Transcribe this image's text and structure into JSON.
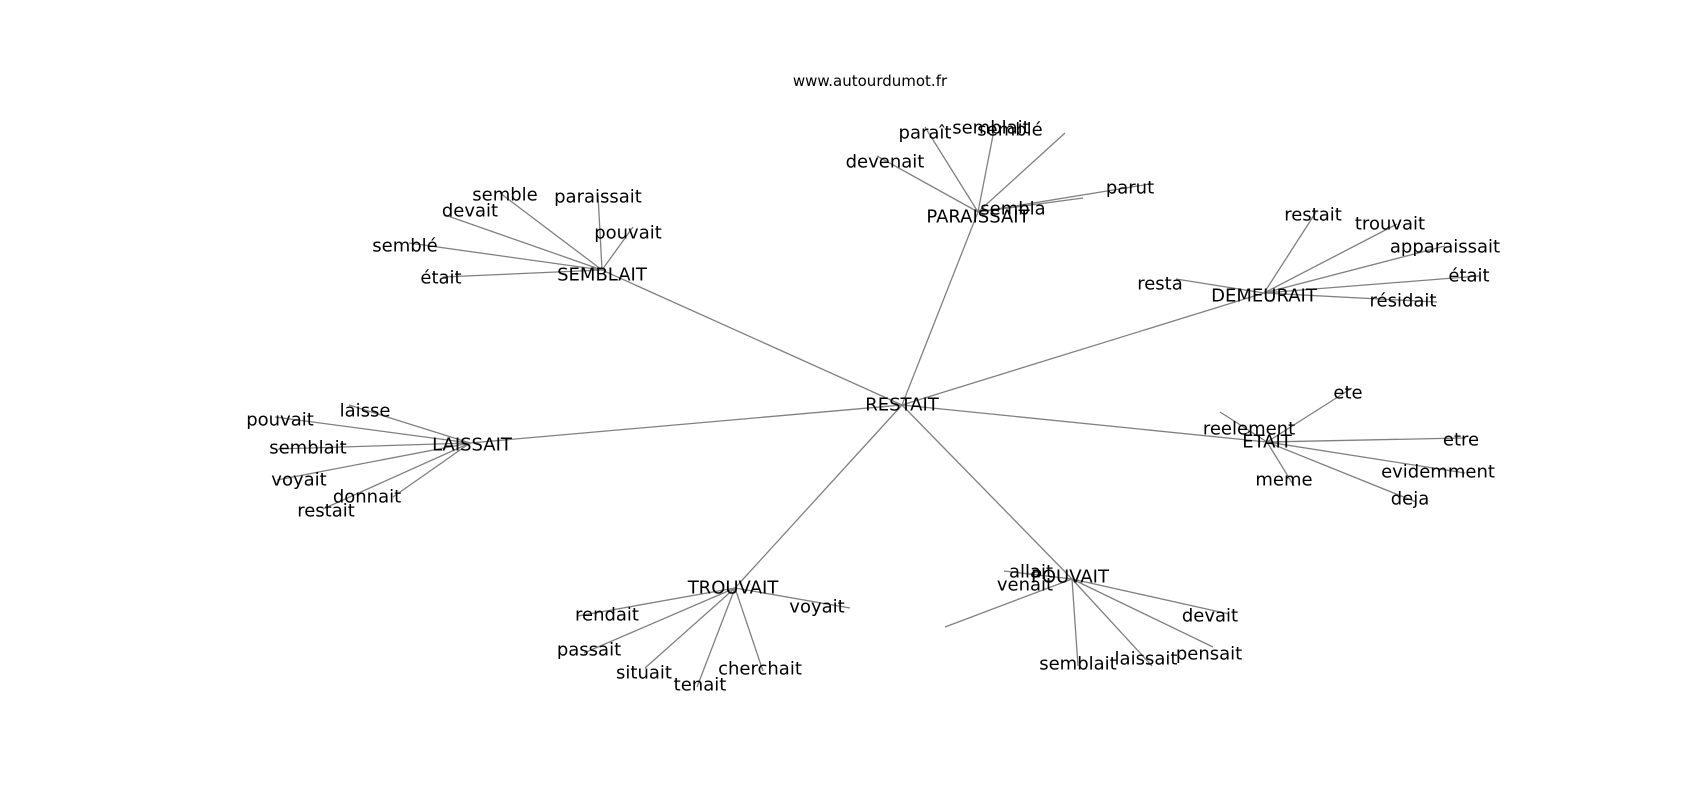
{
  "source_label": "www.autourdumot.fr",
  "colors": {
    "edge": "#808080",
    "text": "#000000",
    "background": "#ffffff"
  },
  "graph": {
    "center": {
      "id": "c",
      "label": "RESTAIT"
    },
    "hubs": [
      {
        "id": "h_paraissait",
        "label": "PARAISSAIT",
        "leaves": [
          "devenait",
          "paraît",
          "semblait",
          "semblé",
          "sembla",
          "parut"
        ]
      },
      {
        "id": "h_semblait",
        "label": "SEMBLAIT",
        "leaves": [
          "semble",
          "paraissait",
          "devait",
          "pouvait",
          "semblé",
          "était"
        ]
      },
      {
        "id": "h_demeurait",
        "label": "DEMEURAIT",
        "leaves": [
          "restait",
          "trouvait",
          "apparaissait",
          "resta",
          "était",
          "résidait"
        ]
      },
      {
        "id": "h_laissait",
        "label": "LAISSAIT",
        "leaves": [
          "laisse",
          "pouvait",
          "semblait",
          "voyait",
          "donnait",
          "restait"
        ]
      },
      {
        "id": "h_etait",
        "label": "ÉTAIT",
        "leaves": [
          "ete",
          "reelement",
          "etre",
          "evidemment",
          "meme",
          "deja"
        ]
      },
      {
        "id": "h_trouvait",
        "label": "TROUVAIT",
        "leaves": [
          "rendait",
          "voyait",
          "passait",
          "situait",
          "cherchait",
          "tenait"
        ]
      },
      {
        "id": "h_pouvait",
        "label": "POUVAIT",
        "leaves": [
          "allait",
          "devait",
          "venait",
          "pensait",
          "semblait",
          "laissait"
        ]
      }
    ]
  }
}
